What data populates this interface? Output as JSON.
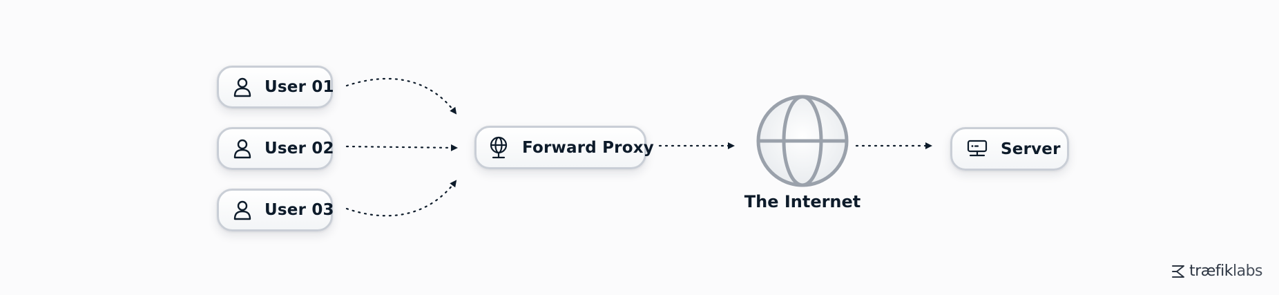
{
  "users": [
    {
      "label": "User 01",
      "icon": "user-icon"
    },
    {
      "label": "User 02",
      "icon": "user-icon"
    },
    {
      "label": "User 03",
      "icon": "user-icon"
    }
  ],
  "proxy": {
    "label": "Forward Proxy",
    "icon": "globe-stand-icon"
  },
  "internet": {
    "label": "The Internet",
    "icon": "globe-icon"
  },
  "server": {
    "label": "Server",
    "icon": "server-icon"
  },
  "brand": {
    "part1": "træfik",
    "part2": "labs"
  },
  "colors": {
    "text": "#0d1b2a",
    "node_border": "#c9ced6",
    "arrow": "#0d1b2a",
    "globe": "#9aa1ab",
    "background": "#fbfbfc"
  }
}
